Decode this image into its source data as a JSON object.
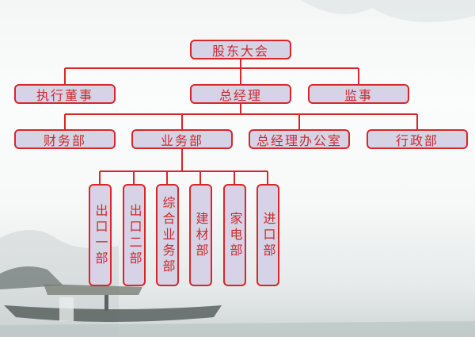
{
  "colors": {
    "line": "#d8262a",
    "box_fill": "#d5d3e5",
    "text": "#cc2a30"
  },
  "top": {
    "label": "股东大会"
  },
  "level2": [
    {
      "label": "执行董事"
    },
    {
      "label": "总经理"
    },
    {
      "label": "监事"
    }
  ],
  "level3": [
    {
      "label": "财务部"
    },
    {
      "label": "业务部"
    },
    {
      "label": "总经理办公室"
    },
    {
      "label": "行政部"
    }
  ],
  "level4": [
    {
      "label": "出口一部"
    },
    {
      "label": "出口二部"
    },
    {
      "label": "综合业务部"
    },
    {
      "label": "建材部"
    },
    {
      "label": "家电部"
    },
    {
      "label": "进口部"
    }
  ]
}
